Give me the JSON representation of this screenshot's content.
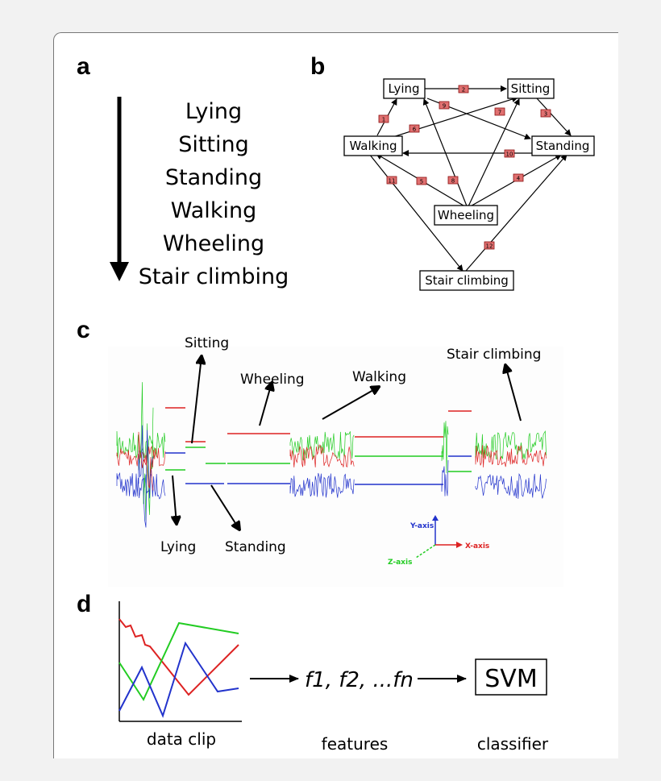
{
  "panels": {
    "a": "a",
    "b": "b",
    "c": "c",
    "d": "d"
  },
  "panel_a": {
    "activities": [
      "Lying",
      "Sitting",
      "Standing",
      "Walking",
      "Wheeling",
      "Stair climbing"
    ]
  },
  "panel_b": {
    "nodes": {
      "lying": "Lying",
      "sitting": "Sitting",
      "walking": "Walking",
      "standing": "Standing",
      "wheeling": "Wheeling",
      "stair": "Stair climbing"
    },
    "edge_labels": [
      "1",
      "2",
      "3",
      "4",
      "5",
      "6",
      "7",
      "8",
      "9",
      "10",
      "11",
      "12"
    ],
    "marker_color": "#cc2222"
  },
  "panel_c": {
    "annotations": {
      "sitting": "Sitting",
      "wheeling": "Wheeling",
      "walking": "Walking",
      "stair": "Stair climbing",
      "lying": "Lying",
      "standing": "Standing"
    },
    "axes": {
      "y": "Y-axis",
      "x": "X-axis",
      "z": "Z-axis"
    },
    "colors": {
      "x": "#dd2222",
      "y": "#2233cc",
      "z": "#22cc22"
    }
  },
  "panel_d": {
    "clip_label": "data clip",
    "features_expr": "f1, f2, ...fn",
    "features_label": "features",
    "svm_label": "SVM",
    "classifier_label": "classifier"
  }
}
